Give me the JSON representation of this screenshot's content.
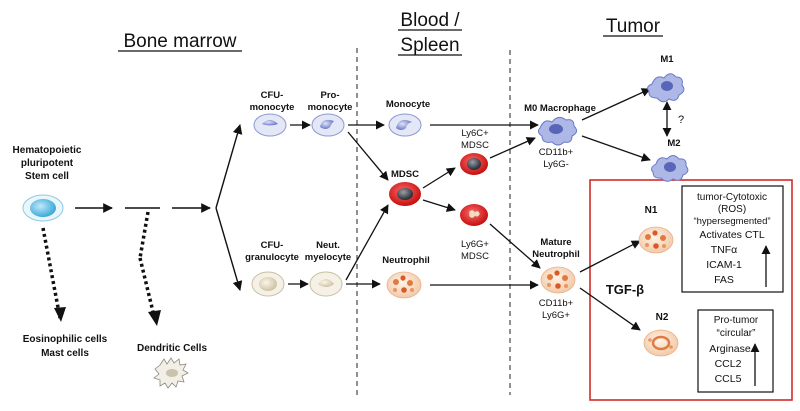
{
  "sections": {
    "bone_marrow": "Bone marrow",
    "blood_spleen_line1": "Blood /",
    "blood_spleen_line2": "Spleen",
    "tumor": "Tumor"
  },
  "cells": {
    "stem_line1": "Hematopoietic",
    "stem_line2": "pluripotent",
    "stem_line3": "Stem cell",
    "cfu_mono_line1": "CFU-",
    "cfu_mono_line2": "monocyte",
    "pro_mono_line1": "Pro-",
    "pro_mono_line2": "monocyte",
    "monocyte": "Monocyte",
    "mdsc": "MDSC",
    "ly6c_line1": "Ly6C+",
    "ly6c_line2": "MDSC",
    "m0_macrophage": "M0 Macrophage",
    "m0_marker_line1": "CD11b+",
    "m0_marker_line2": "Ly6G-",
    "m1": "M1",
    "m2": "M2",
    "question": "?",
    "cfu_gran_line1": "CFU-",
    "cfu_gran_line2": "granulocyte",
    "neut_myelo_line1": "Neut.",
    "neut_myelo_line2": "myelocyte",
    "neutrophil": "Neutrophil",
    "ly6g_line1": "Ly6G+",
    "ly6g_line2": "MDSC",
    "mature_line1": "Mature",
    "mature_line2": "Neutrophil",
    "mature_marker_line1": "CD11b+",
    "mature_marker_line2": "Ly6G+",
    "n1": "N1",
    "n2": "N2",
    "tgf": "TGF-β",
    "eosinophil_line1": "Eosinophilic cells",
    "eosinophil_line2": "Mast cells",
    "dendritic": "Dendritic Cells"
  },
  "n1_box": {
    "line1": "tumor-Cytotoxic",
    "line2": "(ROS)",
    "line3": "“hypersegmented”",
    "line4": "Activates CTL",
    "line5": "TNFα",
    "line6": "ICAM-1",
    "line7": "FAS"
  },
  "n2_box": {
    "line1": "Pro-tumor",
    "line2": "“circular”",
    "line3": "Arginase",
    "line4": "CCL2",
    "line5": "CCL5"
  },
  "colors": {
    "tumor_border": "#d42a2a",
    "mdsc_red": "#e02020",
    "monocyte_blue": "#6a78c8",
    "stem_cyan": "#6ec3e6",
    "neutrophil_orange": "#e07a40"
  }
}
